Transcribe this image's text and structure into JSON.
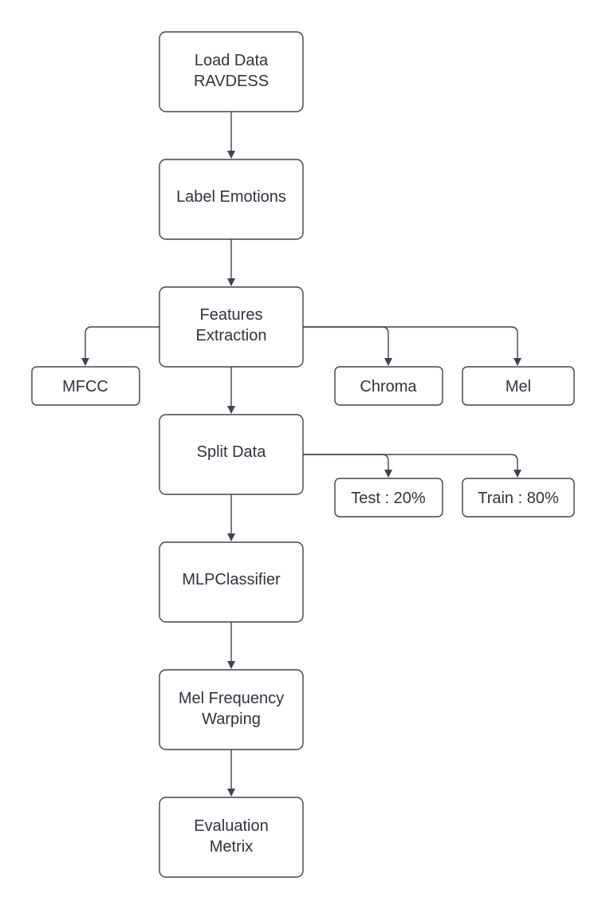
{
  "diagram": {
    "nodes": {
      "load_data": {
        "lines": [
          "Load Data",
          "RAVDESS"
        ]
      },
      "label_emotions": {
        "lines": [
          "Label Emotions"
        ]
      },
      "features_extraction": {
        "lines": [
          "Features",
          "Extraction"
        ]
      },
      "mfcc": {
        "lines": [
          "MFCC"
        ]
      },
      "chroma": {
        "lines": [
          "Chroma"
        ]
      },
      "mel": {
        "lines": [
          "Mel"
        ]
      },
      "split_data": {
        "lines": [
          "Split Data"
        ]
      },
      "test": {
        "lines": [
          "Test : 20%"
        ]
      },
      "train": {
        "lines": [
          "Train : 80%"
        ]
      },
      "mlp_classifier": {
        "lines": [
          "MLPClassifier"
        ]
      },
      "mel_freq_warping": {
        "lines": [
          "Mel Frequency",
          "Warping"
        ]
      },
      "evaluation_metrix": {
        "lines": [
          "Evaluation",
          "Metrix"
        ]
      }
    },
    "edges": [
      {
        "from": "load_data",
        "to": "label_emotions"
      },
      {
        "from": "label_emotions",
        "to": "features_extraction"
      },
      {
        "from": "features_extraction",
        "to": "mfcc"
      },
      {
        "from": "features_extraction",
        "to": "chroma"
      },
      {
        "from": "features_extraction",
        "to": "mel"
      },
      {
        "from": "features_extraction",
        "to": "split_data"
      },
      {
        "from": "split_data",
        "to": "test"
      },
      {
        "from": "split_data",
        "to": "train"
      },
      {
        "from": "split_data",
        "to": "mlp_classifier"
      },
      {
        "from": "mlp_classifier",
        "to": "mel_freq_warping"
      },
      {
        "from": "mel_freq_warping",
        "to": "evaluation_metrix"
      }
    ],
    "colors": {
      "stroke": "#3f4350",
      "text": "#2f3340",
      "background": "#ffffff"
    }
  }
}
